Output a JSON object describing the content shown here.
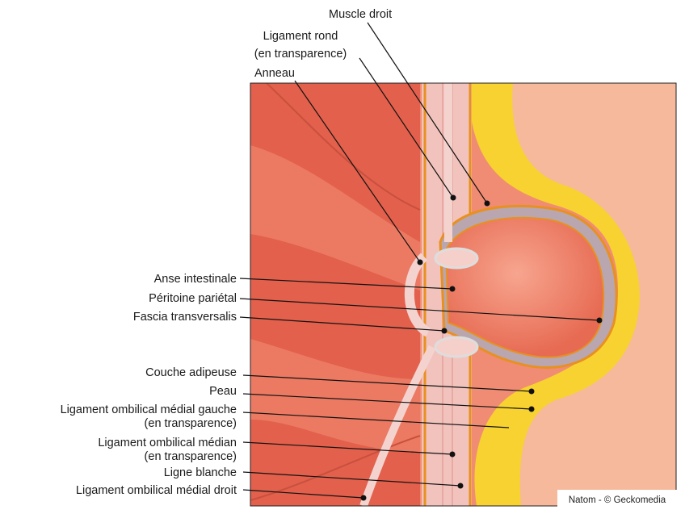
{
  "title": "Hernie ombilicale – anatomie",
  "labels_top": {
    "muscle_droit": "Muscle droit",
    "ligament_rond_1": "Ligament rond",
    "ligament_rond_2": "(en transparence)",
    "anneau": "Anneau"
  },
  "labels_left": {
    "anse_intestinale": "Anse intestinale",
    "peritoine_parietal": "Péritoine pariétal",
    "fascia_transversalis": "Fascia transversalis",
    "couche_adipeuse": "Couche adipeuse",
    "peau": "Peau",
    "lomg_1": "Ligament ombilical médial gauche",
    "lomg_2": "(en transparence)",
    "lom_1": "Ligament ombilical médian",
    "lom_2": "(en transparence)",
    "ligne_blanche": "Ligne blanche",
    "lomd": "Ligament ombilical médial droit"
  },
  "credit": "Natom - © Geckomedia",
  "colors": {
    "muscle": "#e2604c",
    "background": "#f08c74",
    "fat": "#f7d230",
    "skin": "#f6b99c",
    "linea": "#f2c3bd"
  }
}
